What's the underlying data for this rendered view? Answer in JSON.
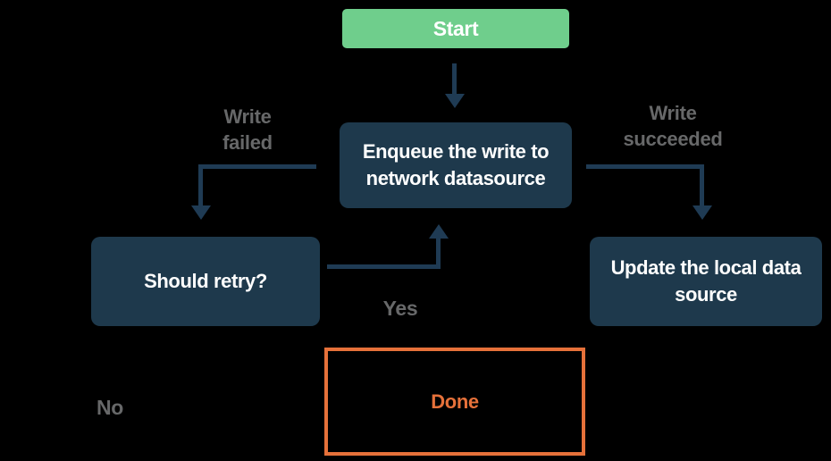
{
  "colors": {
    "background": "#000000",
    "node_fill": "#1E394C",
    "node_text": "#FFFFFF",
    "start_fill": "#6FCE8C",
    "arrow": "#1F3B54",
    "edge_label_gray": "#676869",
    "done_accent": "#E6713A"
  },
  "nodes": {
    "start": {
      "label": "Start"
    },
    "enqueue": {
      "lines": [
        "Enqueue the write to",
        "network datasource"
      ]
    },
    "should_retry": {
      "label": "Should retry?"
    },
    "update_local": {
      "lines": [
        "Update the local data",
        "source"
      ]
    },
    "done": {
      "label": "Done"
    }
  },
  "edge_labels": {
    "write_failed": {
      "lines": [
        "Write",
        "failed"
      ]
    },
    "write_succeeded": {
      "lines": [
        "Write",
        "succeeded"
      ]
    },
    "yes": "Yes",
    "no": "No"
  }
}
